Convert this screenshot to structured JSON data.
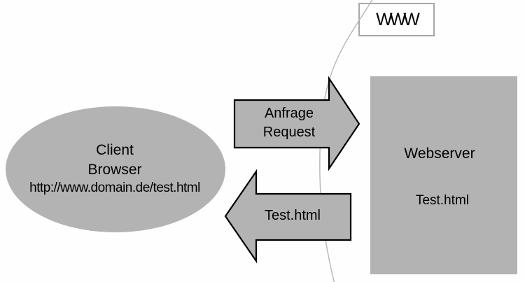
{
  "colors": {
    "background": "#fdfefd",
    "shape_fill": "#b3b3b3",
    "arrow_outline": "#000000",
    "www_box_border": "#a8a8a8",
    "boundary_line": "#b6b6b6",
    "text": "#000000"
  },
  "client": {
    "line1": "Client",
    "line2": "Browser",
    "url": "http://www.domain.de/test.html"
  },
  "www": {
    "label": "WWW"
  },
  "request_arrow": {
    "line1": "Anfrage",
    "line2": "Request"
  },
  "response_arrow": {
    "label": "Test.html"
  },
  "webserver": {
    "title": "Webserver",
    "file": "Test.html"
  }
}
